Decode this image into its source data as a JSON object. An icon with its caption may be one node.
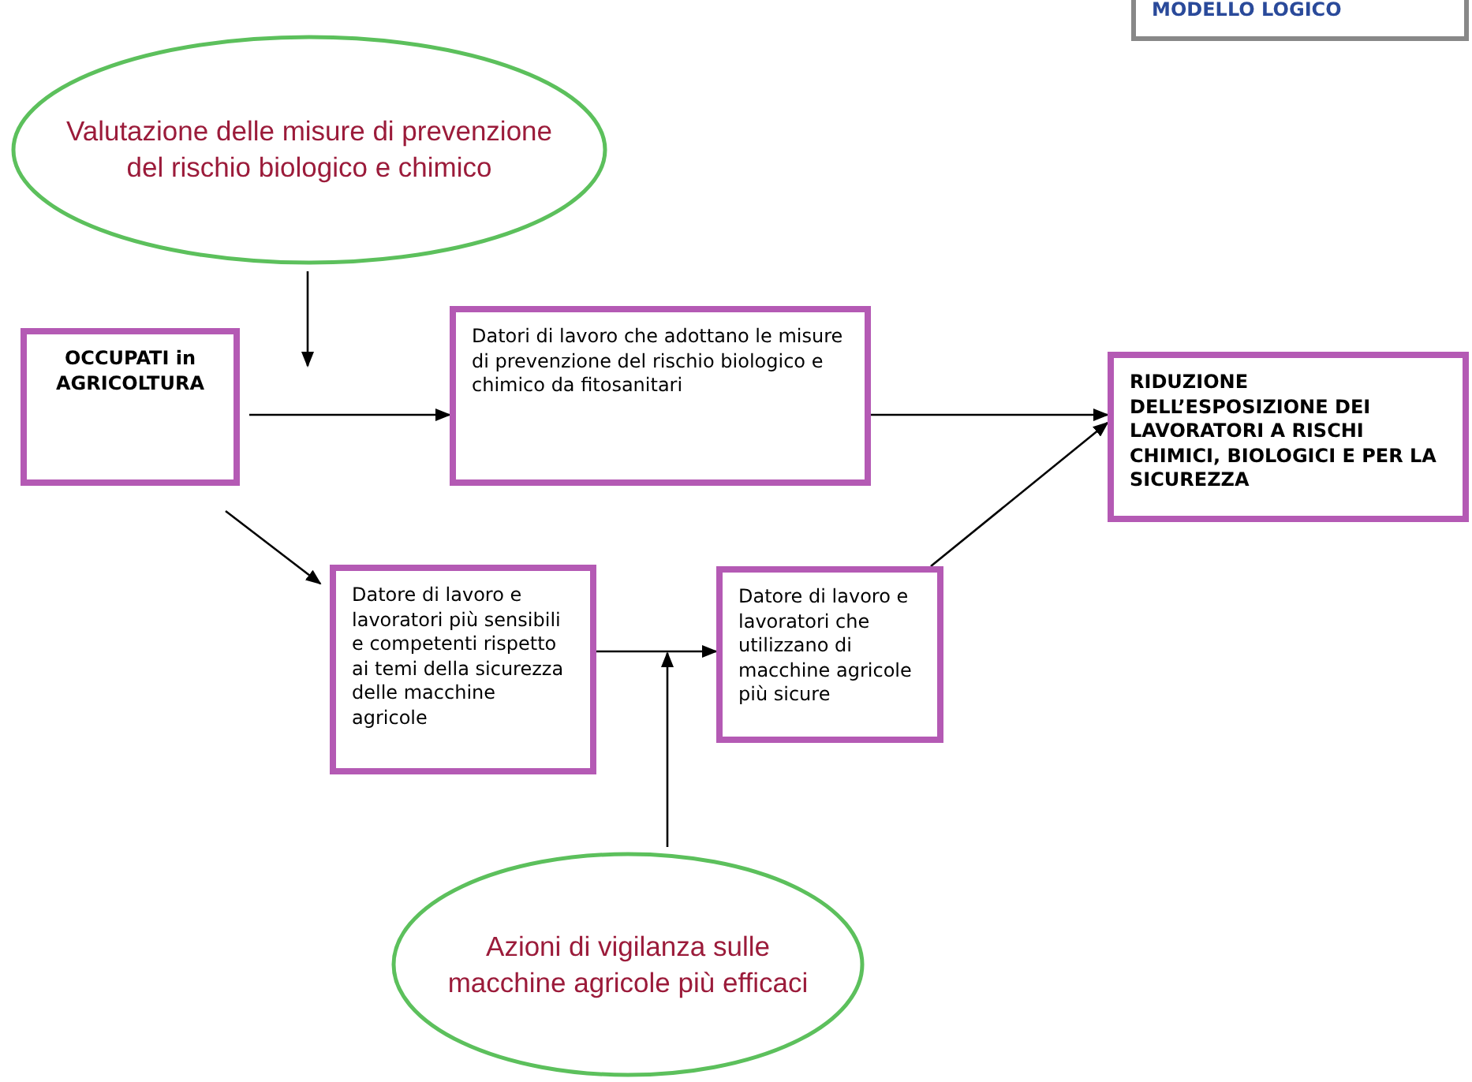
{
  "diagram": {
    "nodes": [
      {
        "text": [
          "Valutazione delle misure di prevenzione del rischio biologico e chimico"
        ]
      },
      {
        "text": [
          "OCCUPATI in AGRICOLTURA"
        ]
      },
      {
        "text": [
          "Datori di lavoro che adottano le misure di prevenzione del rischio biologico e chimico da fitosanitari"
        ]
      },
      {
        "text": [
          "RIDUZIONE DELL’ESPOSIZIONE DEI LAVORATORI A RISCHI CHIMICI, BIOLOGICI E PER LA SICUREZZA"
        ]
      },
      {
        "text": [
          "Datore di lavoro e lavoratori più sensibili e competenti rispetto ai temi della sicurezza delle macchine agricole"
        ]
      },
      {
        "text": [
          "Datore di lavoro e lavoratori che utilizzano di macchine agricole più sicure"
        ]
      },
      {
        "text": [
          "Azioni di vigilanza sulle macchine agricole più efficaci"
        ]
      },
      {
        "text": [
          "MODELLO LOGICO"
        ]
      }
    ],
    "edges": [
      {
        "from": 1,
        "to": 2,
        "arrow": "to"
      },
      {
        "from": 2,
        "to": 3,
        "arrow": "to"
      },
      {
        "from": 1,
        "to": 4,
        "arrow": "to"
      },
      {
        "from": 4,
        "to": 5,
        "arrow": "to"
      },
      {
        "from": 5,
        "to": 3,
        "arrow": "to"
      },
      {
        "from": 0,
        "to": null,
        "arrow": "to"
      },
      {
        "from": 6,
        "to": null,
        "arrow": "to"
      }
    ]
  }
}
